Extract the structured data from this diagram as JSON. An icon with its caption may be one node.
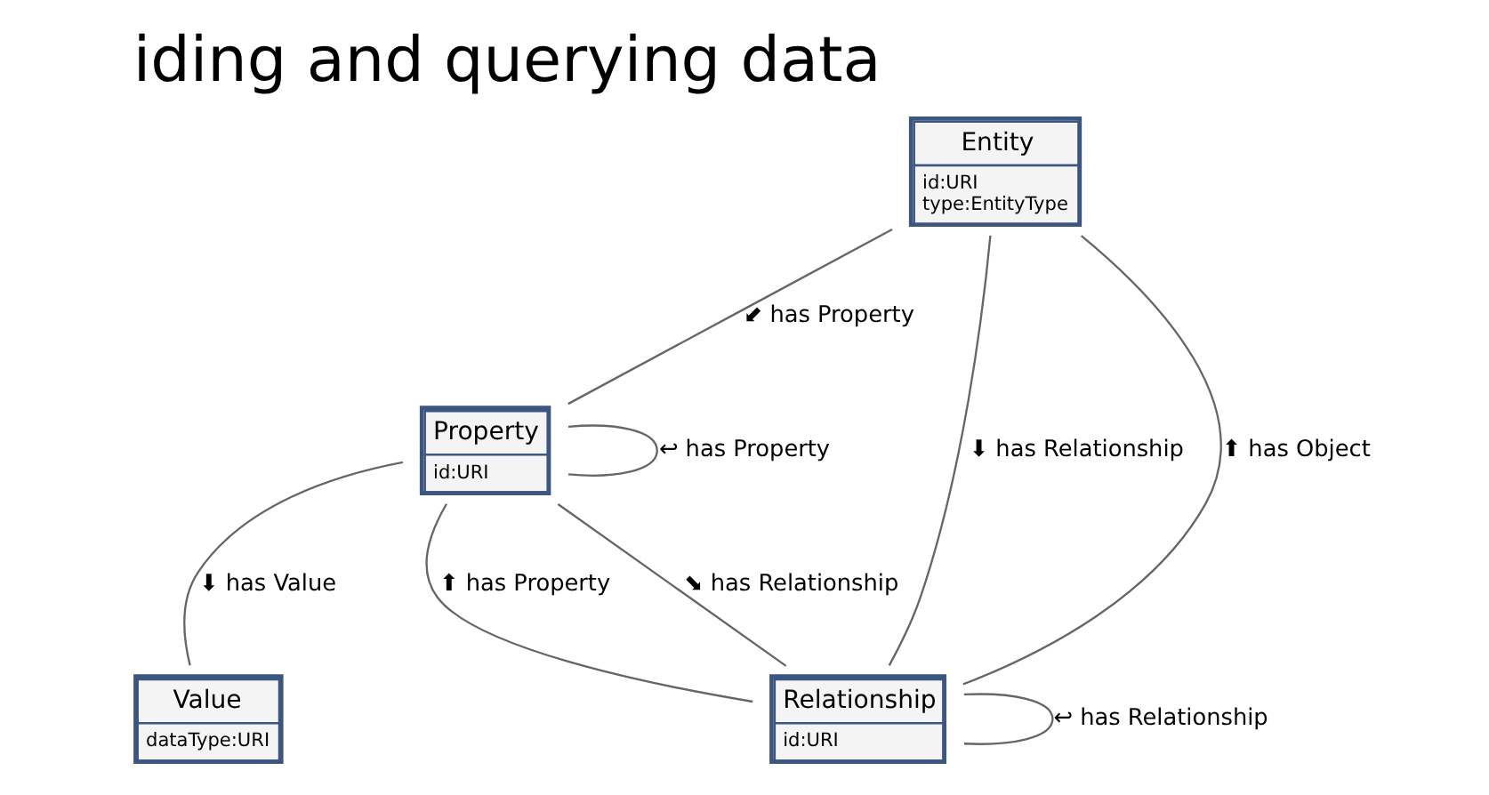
{
  "diagram": {
    "title": "iding and querying data",
    "nodes": [
      {
        "text": [
          "Entity",
          "id:URI",
          "type:EntityType"
        ]
      },
      {
        "text": [
          "Property",
          "id:URI"
        ]
      },
      {
        "text": [
          "Value",
          "dataType:URI"
        ]
      },
      {
        "text": [
          "Relationship",
          "id:URI"
        ]
      }
    ],
    "edges": [
      {
        "from": 0,
        "to": 1,
        "arrow": "none",
        "label": "⬋ has Property"
      },
      {
        "from": 1,
        "to": 1,
        "arrow": "none",
        "label": "↩ has Property"
      },
      {
        "from": 1,
        "to": 2,
        "arrow": "none",
        "label": "⬇ has Value"
      },
      {
        "from": 1,
        "to": 3,
        "arrow": "none",
        "label": "⬆ has Property"
      },
      {
        "from": 1,
        "to": 3,
        "arrow": "none",
        "label": "⬊ has Relationship"
      },
      {
        "from": 0,
        "to": 3,
        "arrow": "none",
        "label": "⬇ has Relationship"
      },
      {
        "from": 0,
        "to": 3,
        "arrow": "none",
        "label": "⬆ has Object"
      },
      {
        "from": 3,
        "to": 3,
        "arrow": "none",
        "label": "↩ has Relationship"
      }
    ]
  }
}
